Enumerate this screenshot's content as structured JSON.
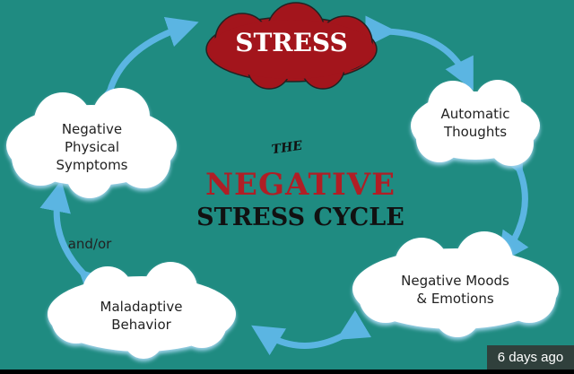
{
  "title": {
    "the": "THE",
    "negative": "NEGATIVE",
    "stress_cycle": "STRESS CYCLE"
  },
  "nodes": {
    "stress": "STRESS",
    "automatic_thoughts": [
      "Automatic",
      "Thoughts"
    ],
    "physical_symptoms": [
      "Negative",
      "Physical",
      "Symptoms"
    ],
    "moods": [
      "Negative Moods",
      "& Emotions"
    ],
    "maladaptive": [
      "Maladaptive",
      "Behavior"
    ]
  },
  "connector_label": "and/or",
  "timestamp": "6 days ago",
  "colors": {
    "background": "#1f8b81",
    "stress_cloud": "#a3151c",
    "arrow": "#5bb5e2",
    "negative_text": "#b01e25"
  }
}
